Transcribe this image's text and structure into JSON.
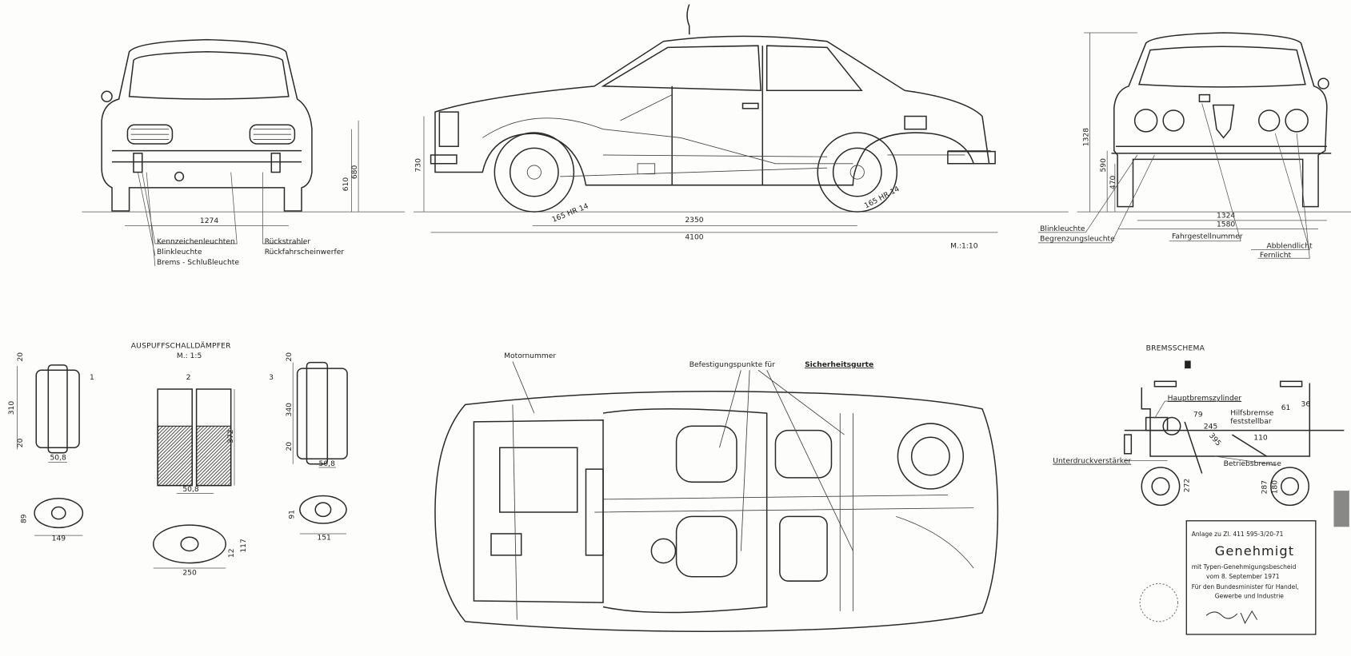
{
  "rear_view": {
    "dims": {
      "track": "1274",
      "h1": "610",
      "h2": "680"
    },
    "labels": [
      "Kennzeichenleuchten",
      "Blinkleuchte",
      "Brems - Schlußleuchte",
      "Rückstrahler",
      "Rückfahrscheinwerfer"
    ]
  },
  "side_view": {
    "dims": {
      "wheelbase": "2350",
      "length": "4100",
      "height": "730"
    },
    "tire_front": "165 HR 14",
    "tire_rear": "165 HR 14",
    "scale": "M.:1:10"
  },
  "front_view": {
    "dims": {
      "height": "1328",
      "h1": "590",
      "h2": "470",
      "track": "1324",
      "width": "1580"
    },
    "labels": [
      "Blinkleuchte",
      "Begrenzungsleuchte",
      "Fahrgestellnummer",
      "Abblendlicht",
      "Fernlicht"
    ]
  },
  "muffler": {
    "title": "AUSPUFFSCHALLDÄMPFER",
    "scale": "M.: 1:5",
    "numbers": [
      "1",
      "2",
      "3"
    ],
    "dims": {
      "d1_h": "310",
      "d1_t": "20",
      "d1_b": "20",
      "d1_w": "50,8",
      "d2_w": "50,8",
      "d2_h": "372",
      "d3_t": "20",
      "d3_h": "340",
      "d3_b": "20",
      "d3_w": "50,8",
      "o1_w": "149",
      "o1_h": "89",
      "o2_w": "250",
      "o2_h": "117",
      "o2_t": "12",
      "o3_w": "151",
      "o3_h": "91"
    }
  },
  "top_view": {
    "labels": {
      "engine_number": "Motornummer",
      "belt_points": "Befestigungspunkte für",
      "belt_points_b": "Sicherheitsgurte"
    }
  },
  "brake_schema": {
    "title": "BREMSSCHEMA",
    "labels": {
      "master": "Hauptbremszylinder",
      "aux1": "Hilfsbremse",
      "aux2": "feststellbar",
      "booster": "Unterdruckverstärker",
      "service": "Betriebsbremse"
    },
    "dims": {
      "a": "79",
      "b": "245",
      "c": "395",
      "d": "110",
      "e": "61",
      "f": "36",
      "g": "272",
      "h": "287",
      "i": "180"
    }
  },
  "stamp": {
    "line1": "Anlage zu Zl. 411 595-3/20-71",
    "title": "Genehmigt",
    "line2": "mit Typen-Genehmigungsbescheid",
    "line3": "vom   8. September 1971",
    "line4": "Für den Bundesminister für Handel,",
    "line5": "Gewerbe und Industrie"
  }
}
